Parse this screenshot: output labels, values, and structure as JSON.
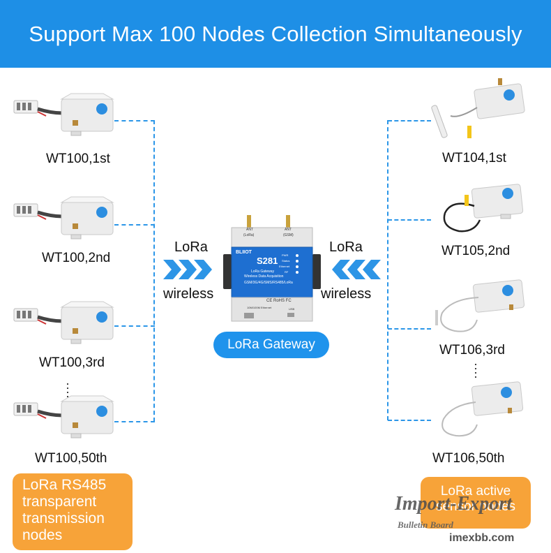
{
  "banner": {
    "title": "Support Max 100 Nodes Collection Simultaneously"
  },
  "left_nodes": [
    {
      "label": "WT100,1st"
    },
    {
      "label": "WT100,2nd"
    },
    {
      "label": "WT100,3rd"
    },
    {
      "label": "WT100,50th"
    }
  ],
  "right_nodes": [
    {
      "label": "WT104,1st"
    },
    {
      "label": "WT105,2nd"
    },
    {
      "label": "WT106,3rd"
    },
    {
      "label": "WT106,50th"
    }
  ],
  "left_link": {
    "top": "LoRa",
    "bottom": "wireless"
  },
  "right_link": {
    "top": "LoRa",
    "bottom": "wireless"
  },
  "gateway": {
    "pill_label": "LoRa Gateway",
    "model": "S281",
    "brand": "BLIIOT",
    "line1": "LoRa Gateway",
    "line2": "Wireless Data Acquisition",
    "line3": "GSM/3G/4G/SMS/RS485/LoRa",
    "ant_left": "ANT",
    "ant_right": "ANT",
    "ant_left_sub": "(LoRa)",
    "ant_right_sub": "(GSM)",
    "led1": "PWR",
    "led2": "Status",
    "led3": "Ethernet",
    "led4": "RF",
    "cert": "CE RoHS FC",
    "port1": "10M/100M Ethernet",
    "port2": "USB"
  },
  "left_box": {
    "lines": [
      "LoRa RS485",
      "transparent",
      "transmission",
      "nodes"
    ]
  },
  "right_box": {
    "lines": [
      "LoRa active",
      "sensor nodes"
    ]
  },
  "watermark": {
    "line1": "Import-Export",
    "line2": "Bulletin Board",
    "line3": "imexbb.com"
  },
  "colors": {
    "banner": "#1e8fe6",
    "dash": "#2b96e8",
    "orange": "#f7a339",
    "arrow": "#2d95e6"
  }
}
